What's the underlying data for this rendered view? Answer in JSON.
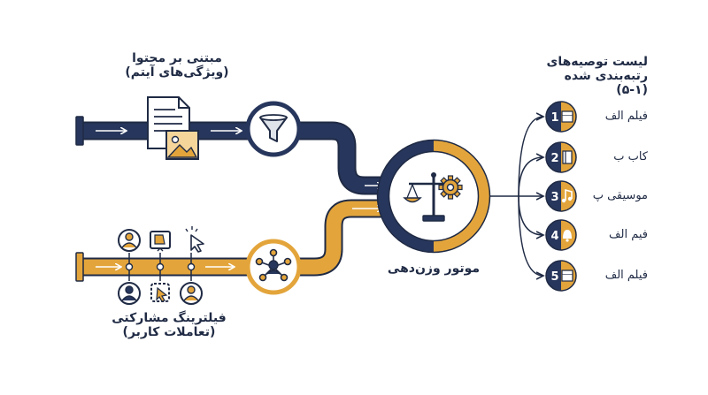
{
  "colors": {
    "navy": "#27365c",
    "orange": "#e3a53b",
    "outline": "#1f2a44",
    "pale": "#ffffff"
  },
  "content_based": {
    "title": "مبتنی بر محتوا",
    "subtitle": "(ویژگی‌های آیتم)"
  },
  "collaborative": {
    "title": "فیلترینگ مشارکتی",
    "subtitle": "(تعاملات کاربر)"
  },
  "engine": {
    "label": "موتور وزن‌دهی"
  },
  "ranked_list": {
    "title_line1": "لیست توصیه‌های",
    "title_line2": "رتبه‌بندی شده (۱-۵)",
    "items": [
      {
        "rank": "1",
        "label": "فیلم الف",
        "icon": "film-clapper-icon"
      },
      {
        "rank": "2",
        "label": "کاب ب",
        "icon": "book-icon"
      },
      {
        "rank": "3",
        "label": "موسیقی پ",
        "icon": "music-note-icon"
      },
      {
        "rank": "4",
        "label": "فیم الف",
        "icon": "bell-icon"
      },
      {
        "rank": "5",
        "label": "فیلم الف",
        "icon": "film-clapper-icon"
      }
    ]
  }
}
